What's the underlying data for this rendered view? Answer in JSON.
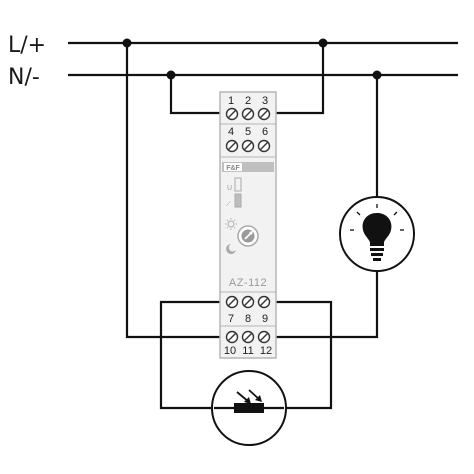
{
  "supply": {
    "line_label": "L/+",
    "neutral_label": "N/-"
  },
  "relay": {
    "model": "AZ-112",
    "logo": "F&F",
    "terminals_top_row1": [
      "1",
      "2",
      "3"
    ],
    "terminals_top_row2": [
      "4",
      "5",
      "6"
    ],
    "terminals_bottom_row1": [
      "7",
      "8",
      "9"
    ],
    "terminals_bottom_row2": [
      "10",
      "11",
      "12"
    ],
    "indicator_u": "U",
    "indicator_relay": "⟋"
  },
  "load": {
    "icon": "light-bulb-icon"
  },
  "sensor": {
    "icon": "photoresistor-icon"
  },
  "colors": {
    "wire": "#111111",
    "relay_body": "#f2f2f2",
    "relay_border": "#b5b5b5",
    "led_green": "#bdbdbd"
  }
}
